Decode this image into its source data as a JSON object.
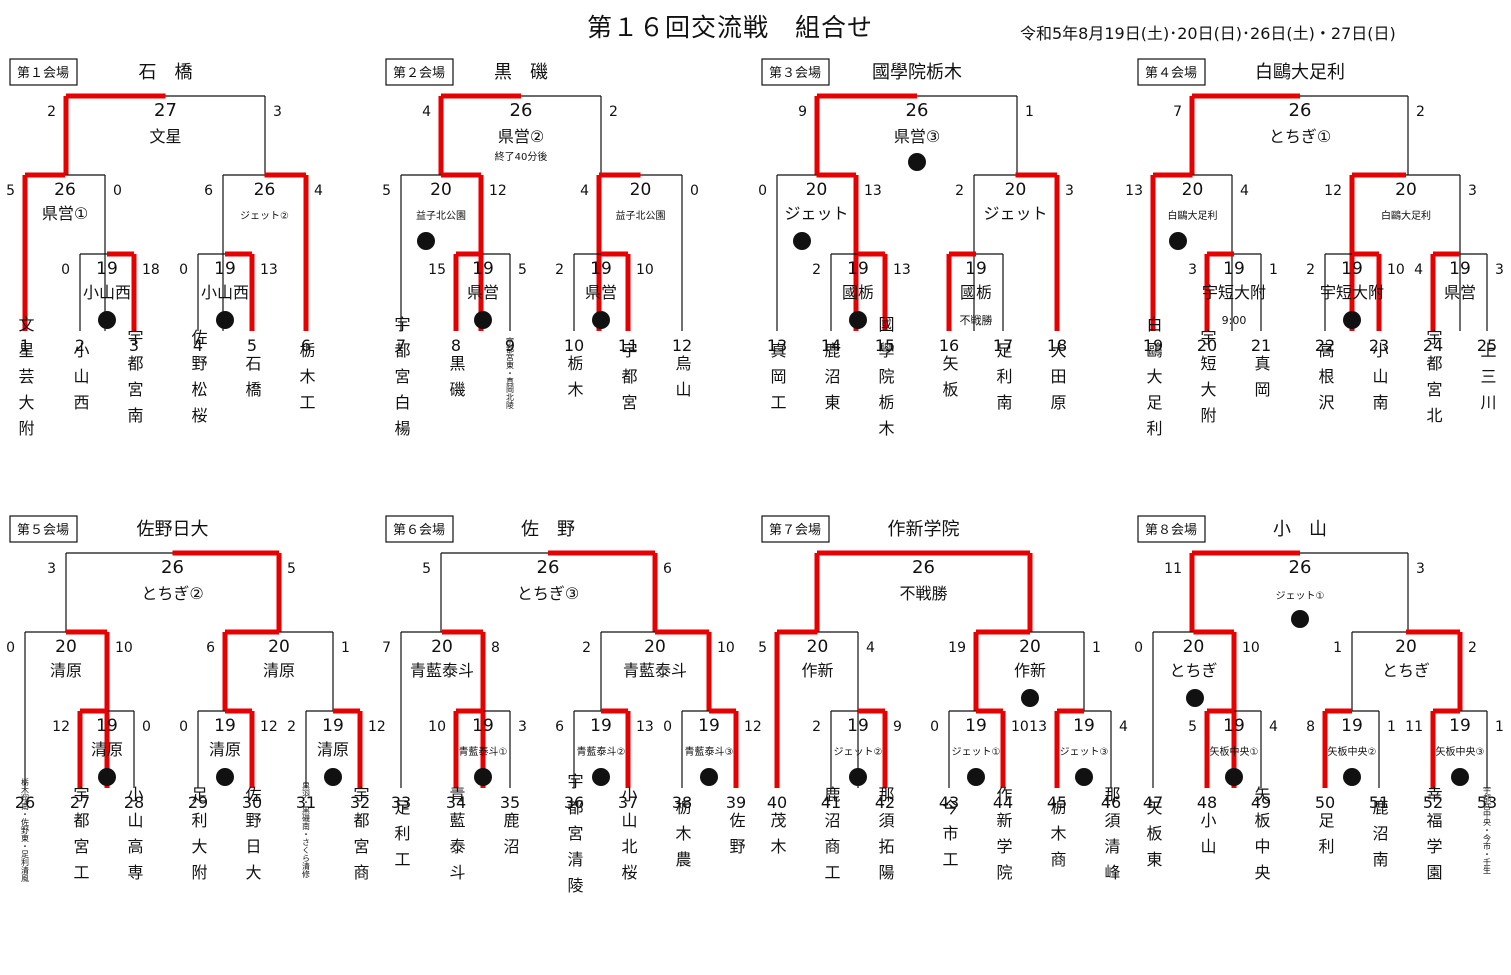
{
  "title": "第１６回交流戦　組合せ",
  "dates": "令和5年8月19日(土)･20日(日)･26日(土)・27日(日)",
  "venues": [
    {
      "no": "第１会場",
      "name": "石　橋",
      "final": {
        "score": "27",
        "site": "文星",
        "mark": "",
        "left": "2",
        "right": "3",
        "win": "L"
      },
      "semis": [
        {
          "score": "26",
          "site": "県営①",
          "mark": "",
          "left": "5",
          "right": "0",
          "win": "L",
          "leftIsTeam": true,
          "quarter": {
            "score": "19",
            "site": "小山西",
            "mark": "5",
            "left": "0",
            "right": "18",
            "win": "R"
          }
        },
        {
          "score": "26",
          "site": "ジェット②",
          "mark": "",
          "left": "6",
          "right": "4",
          "win": "R",
          "leftIsTeam": false,
          "quarter": {
            "score": "19",
            "site": "小山西",
            "mark": "5",
            "left": "0",
            "right": "13",
            "win": "R"
          }
        }
      ],
      "teams": [
        {
          "no": "1",
          "name": "文星芸大附"
        },
        {
          "no": "2",
          "name": "小山西"
        },
        {
          "no": "3",
          "name": "宇都宮南"
        },
        {
          "no": "4",
          "name": "佐野松桜"
        },
        {
          "no": "5",
          "name": "石橋"
        },
        {
          "no": "6",
          "name": "栃木工"
        }
      ]
    },
    {
      "no": "第２会場",
      "name": "黒　磯",
      "final": {
        "score": "26",
        "site": "県営②",
        "note": "終了40分後",
        "mark": "",
        "left": "4",
        "right": "2",
        "win": "L"
      },
      "semis": [
        {
          "score": "20",
          "site": "益子北公園",
          "mark": "8",
          "left": "5",
          "right": "12",
          "win": "R",
          "leftIsTeam": true,
          "quarter": {
            "score": "19",
            "site": "県営",
            "mark": "5",
            "left": "15",
            "right": "5",
            "win": "L"
          }
        },
        {
          "score": "20",
          "site": "益子北公園",
          "mark": "",
          "left": "4",
          "right": "0",
          "win": "L",
          "leftIsTeam": false,
          "quarter": {
            "score": "19",
            "site": "県営",
            "mark": "7",
            "left": "2",
            "right": "10",
            "win": "R"
          }
        }
      ],
      "teams": [
        {
          "no": "7",
          "name": "宇都宮白楊"
        },
        {
          "no": "8",
          "name": "黒磯"
        },
        {
          "no": "9",
          "name": "宇都宮東・真岡北陵"
        },
        {
          "no": "10",
          "name": "栃木"
        },
        {
          "no": "11",
          "name": "宇都宮"
        },
        {
          "no": "12",
          "name": "烏山"
        }
      ]
    },
    {
      "no": "第３会場",
      "name": "國學院栃木",
      "final": {
        "score": "26",
        "site": "県営③",
        "mark": "7",
        "left": "9",
        "right": "1",
        "win": "L"
      },
      "semis": [
        {
          "score": "20",
          "site": "ジェット",
          "mark": "5",
          "left": "0",
          "right": "13",
          "win": "R",
          "leftIsTeam": true,
          "quarter": {
            "score": "19",
            "site": "國栃",
            "mark": "6",
            "left": "2",
            "right": "13",
            "win": "R"
          }
        },
        {
          "score": "20",
          "site": "ジェット",
          "mark": "",
          "left": "2",
          "right": "3",
          "win": "R",
          "leftIsTeam": false,
          "quarter": {
            "score": "19",
            "site": "國栃",
            "note": "不戦勝",
            "mark": "",
            "left": "",
            "right": "",
            "win": "L"
          }
        }
      ],
      "teams": [
        {
          "no": "13",
          "name": "真岡工"
        },
        {
          "no": "14",
          "name": "鹿沼東"
        },
        {
          "no": "15",
          "name": "國學院栃木"
        },
        {
          "no": "16",
          "name": "矢板"
        },
        {
          "no": "17",
          "name": "足利南"
        },
        {
          "no": "18",
          "name": "大田原"
        }
      ]
    },
    {
      "no": "第４会場",
      "name": "白鷗大足利",
      "final": {
        "score": "26",
        "site": "とちぎ①",
        "mark": "",
        "left": "7",
        "right": "2",
        "win": "L"
      },
      "semis": [
        {
          "score": "20",
          "site": "白鷗大足利",
          "mark": "7",
          "left": "13",
          "right": "4",
          "win": "L",
          "leftIsTeam": true,
          "quarter": {
            "score": "19",
            "site": "宇短大附",
            "note": "9:00",
            "mark": "",
            "left": "3",
            "right": "1",
            "win": "L"
          }
        },
        {
          "score": "20",
          "site": "白鷗大足利",
          "mark": "",
          "left": "12",
          "right": "3",
          "win": "L",
          "leftIsTeam": false,
          "quarter": {
            "score": "19",
            "site": "宇短大附",
            "mark": "7",
            "left": "2",
            "right": "10",
            "win": "R"
          },
          "quarter2": {
            "score": "19",
            "site": "県営",
            "mark": "",
            "left": "4",
            "right": "3",
            "win": "L"
          }
        }
      ],
      "teams": [
        {
          "no": "19",
          "name": "白鷗大足利"
        },
        {
          "no": "20",
          "name": "宇短大附"
        },
        {
          "no": "21",
          "name": "真岡"
        },
        {
          "no": "22",
          "name": "高根沢"
        },
        {
          "no": "23",
          "name": "小山南"
        },
        {
          "no": "24",
          "name": "宇都宮北"
        },
        {
          "no": "25",
          "name": "上三川"
        }
      ]
    },
    {
      "no": "第５会場",
      "name": "佐野日大",
      "final": {
        "score": "26",
        "site": "とちぎ②",
        "mark": "",
        "left": "3",
        "right": "5",
        "win": "R"
      },
      "semis": [
        {
          "score": "20",
          "site": "清原",
          "mark": "",
          "left": "0",
          "right": "10",
          "win": "R"
        },
        {
          "score": "20",
          "site": "清原",
          "mark": "",
          "left": "6",
          "right": "1",
          "win": "L"
        }
      ],
      "quarters": [
        {
          "score": "19",
          "site": "清原",
          "mark": "5",
          "left": "12",
          "right": "0",
          "win": "L"
        },
        {
          "score": "19",
          "site": "清原",
          "mark": "7",
          "left": "0",
          "right": "12",
          "win": "R"
        },
        {
          "score": "19",
          "site": "清原",
          "mark": "5",
          "left": "2",
          "right": "12",
          "win": "R"
        }
      ],
      "teams": [
        {
          "no": "26",
          "name": "栃木翔南・佐野東・足利清風"
        },
        {
          "no": "27",
          "name": "宇都宮工"
        },
        {
          "no": "28",
          "name": "小山高専"
        },
        {
          "no": "29",
          "name": "足利大附"
        },
        {
          "no": "30",
          "name": "佐野日大"
        },
        {
          "no": "31",
          "name": "黒羽・黒磯南・さくら清修"
        },
        {
          "no": "32",
          "name": "宇都宮商"
        }
      ]
    },
    {
      "no": "第６会場",
      "name": "佐　野",
      "final": {
        "score": "26",
        "site": "とちぎ③",
        "mark": "",
        "left": "5",
        "right": "6",
        "win": "R"
      },
      "semis": [
        {
          "score": "20",
          "site": "青藍泰斗",
          "mark": "",
          "left": "7",
          "right": "8",
          "win": "R"
        },
        {
          "score": "20",
          "site": "青藍泰斗",
          "mark": "",
          "left": "2",
          "right": "10",
          "win": "R"
        }
      ],
      "quarters": [
        {
          "score": "19",
          "site": "青藍泰斗①",
          "mark": "7",
          "left": "10",
          "right": "3",
          "win": "L"
        },
        {
          "score": "19",
          "site": "青藍泰斗②",
          "mark": "7",
          "left": "6",
          "right": "13",
          "win": "R"
        },
        {
          "score": "19",
          "site": "青藍泰斗③",
          "mark": "7",
          "left": "0",
          "right": "12",
          "win": "R"
        }
      ],
      "teams": [
        {
          "no": "33",
          "name": "足利工"
        },
        {
          "no": "34",
          "name": "青藍泰斗"
        },
        {
          "no": "35",
          "name": "鹿沼"
        },
        {
          "no": "36",
          "name": "宇都宮清陵"
        },
        {
          "no": "37",
          "name": "小山北桜"
        },
        {
          "no": "38",
          "name": "栃木農"
        },
        {
          "no": "39",
          "name": "佐野"
        }
      ]
    },
    {
      "no": "第７会場",
      "name": "作新学院",
      "final": {
        "score": "26",
        "site": "不戦勝",
        "mark": "",
        "left": "",
        "right": "",
        "win": "B"
      },
      "semis": [
        {
          "score": "20",
          "site": "作新",
          "mark": "",
          "left": "5",
          "right": "4",
          "win": "L"
        },
        {
          "score": "20",
          "site": "作新",
          "mark": "5",
          "left": "19",
          "right": "1",
          "win": "L"
        }
      ],
      "quarters": [
        {
          "score": "19",
          "site": "ジェット②",
          "mark": "8",
          "left": "2",
          "right": "9",
          "win": "R"
        },
        {
          "score": "19",
          "site": "ジェット①",
          "mark": "5",
          "left": "0",
          "right": "10",
          "win": "R"
        },
        {
          "score": "19",
          "site": "ジェット③",
          "mark": "7",
          "left": "13",
          "right": "4",
          "win": "L"
        }
      ],
      "teams": [
        {
          "no": "40",
          "name": "茂木"
        },
        {
          "no": "41",
          "name": "鹿沼商工"
        },
        {
          "no": "42",
          "name": "那須拓陽"
        },
        {
          "no": "43",
          "name": "今市工"
        },
        {
          "no": "44",
          "name": "作新学院"
        },
        {
          "no": "45",
          "name": "栃木商"
        },
        {
          "no": "46",
          "name": "那須清峰"
        }
      ]
    },
    {
      "no": "第８会場",
      "name": "小　山",
      "final": {
        "score": "26",
        "site": "ジェット①",
        "mark": "7",
        "left": "11",
        "right": "3",
        "win": "L"
      },
      "semis": [
        {
          "score": "20",
          "site": "とちぎ",
          "mark": "7",
          "left": "0",
          "right": "10",
          "win": "R"
        },
        {
          "score": "20",
          "site": "とちぎ",
          "mark": "",
          "left": "1",
          "right": "2",
          "win": "R"
        }
      ],
      "quarters": [
        {
          "score": "19",
          "site": "矢板中央①",
          "mark": "10",
          "left": "5",
          "right": "4",
          "win": "L"
        },
        {
          "score": "19",
          "site": "矢板中央②",
          "mark": "8",
          "left": "8",
          "right": "1",
          "win": "L"
        },
        {
          "score": "19",
          "site": "矢板中央③",
          "mark": "6",
          "left": "11",
          "right": "1",
          "win": "L"
        }
      ],
      "teams": [
        {
          "no": "47",
          "name": "矢板東"
        },
        {
          "no": "48",
          "name": "小山"
        },
        {
          "no": "49",
          "name": "矢板中央"
        },
        {
          "no": "50",
          "name": "足利"
        },
        {
          "no": "51",
          "name": "鹿沼南"
        },
        {
          "no": "52",
          "name": "幸福学園"
        },
        {
          "no": "53",
          "name": "宇都宮中央・今市・壬生"
        }
      ]
    }
  ]
}
